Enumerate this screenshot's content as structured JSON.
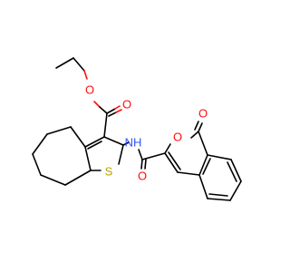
{
  "colors": {
    "carbon_bond": "#000000",
    "oxygen": "#ff0d0d",
    "nitrogen": "#3050f8",
    "sulfur": "#b8a300",
    "background": "#ffffff"
  },
  "atom_labels": {
    "ester_carbonyl_o": "O",
    "ester_ether_o": "O",
    "nh": "NH",
    "thiophene_s": "S",
    "amide_o": "O",
    "pyranone_ring_o": "O",
    "lactone_carbonyl_o": "O"
  }
}
